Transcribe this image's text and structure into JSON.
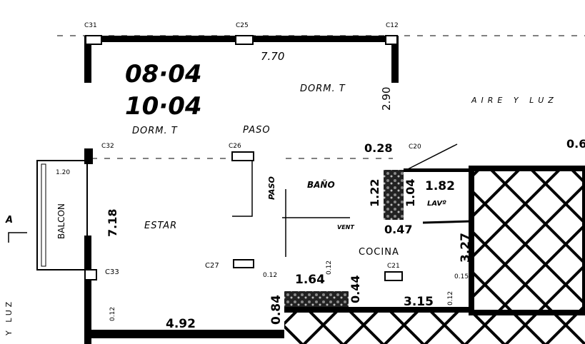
{
  "plan": {
    "floor_codes": [
      "08·04",
      "10·04"
    ],
    "rooms": {
      "dorm_top": "DORM. T",
      "dorm_left": "DORM. T",
      "paso_top": "PASO",
      "paso_vertical": "PASO",
      "bano": "BAÑO",
      "estar": "ESTAR",
      "cocina": "COCINA",
      "lavadero": "LAVº",
      "balcon": "BALCON",
      "vent": "VENT"
    },
    "dimensions": {
      "d770": "7.70",
      "d290": "2.90",
      "d028": "0.28",
      "d122": "1.22",
      "d104": "1.04",
      "d182": "1.82",
      "d047": "0.47",
      "d327": "3.27",
      "d164": "1.64",
      "d044": "0.44",
      "d315": "3.15",
      "d084": "0.84",
      "d492": "4.92",
      "d718": "7.18",
      "d015": "0.15",
      "d012a": "0.12",
      "d012b": "0.12",
      "d012c": "0.12",
      "d012d": "0.12",
      "d120": "1.20",
      "d06": "0.6"
    },
    "columns": {
      "c31": "C31",
      "c25": "C25",
      "c12": "C12",
      "c32": "C32",
      "c26": "C26",
      "c27": "C27",
      "c33": "C33",
      "c21": "C21",
      "c20": "C20"
    },
    "annotations": {
      "aire_luz_top": "AIRE Y LUZ",
      "aire_luz_left": "Y LUZ",
      "section_marker": "A"
    }
  }
}
